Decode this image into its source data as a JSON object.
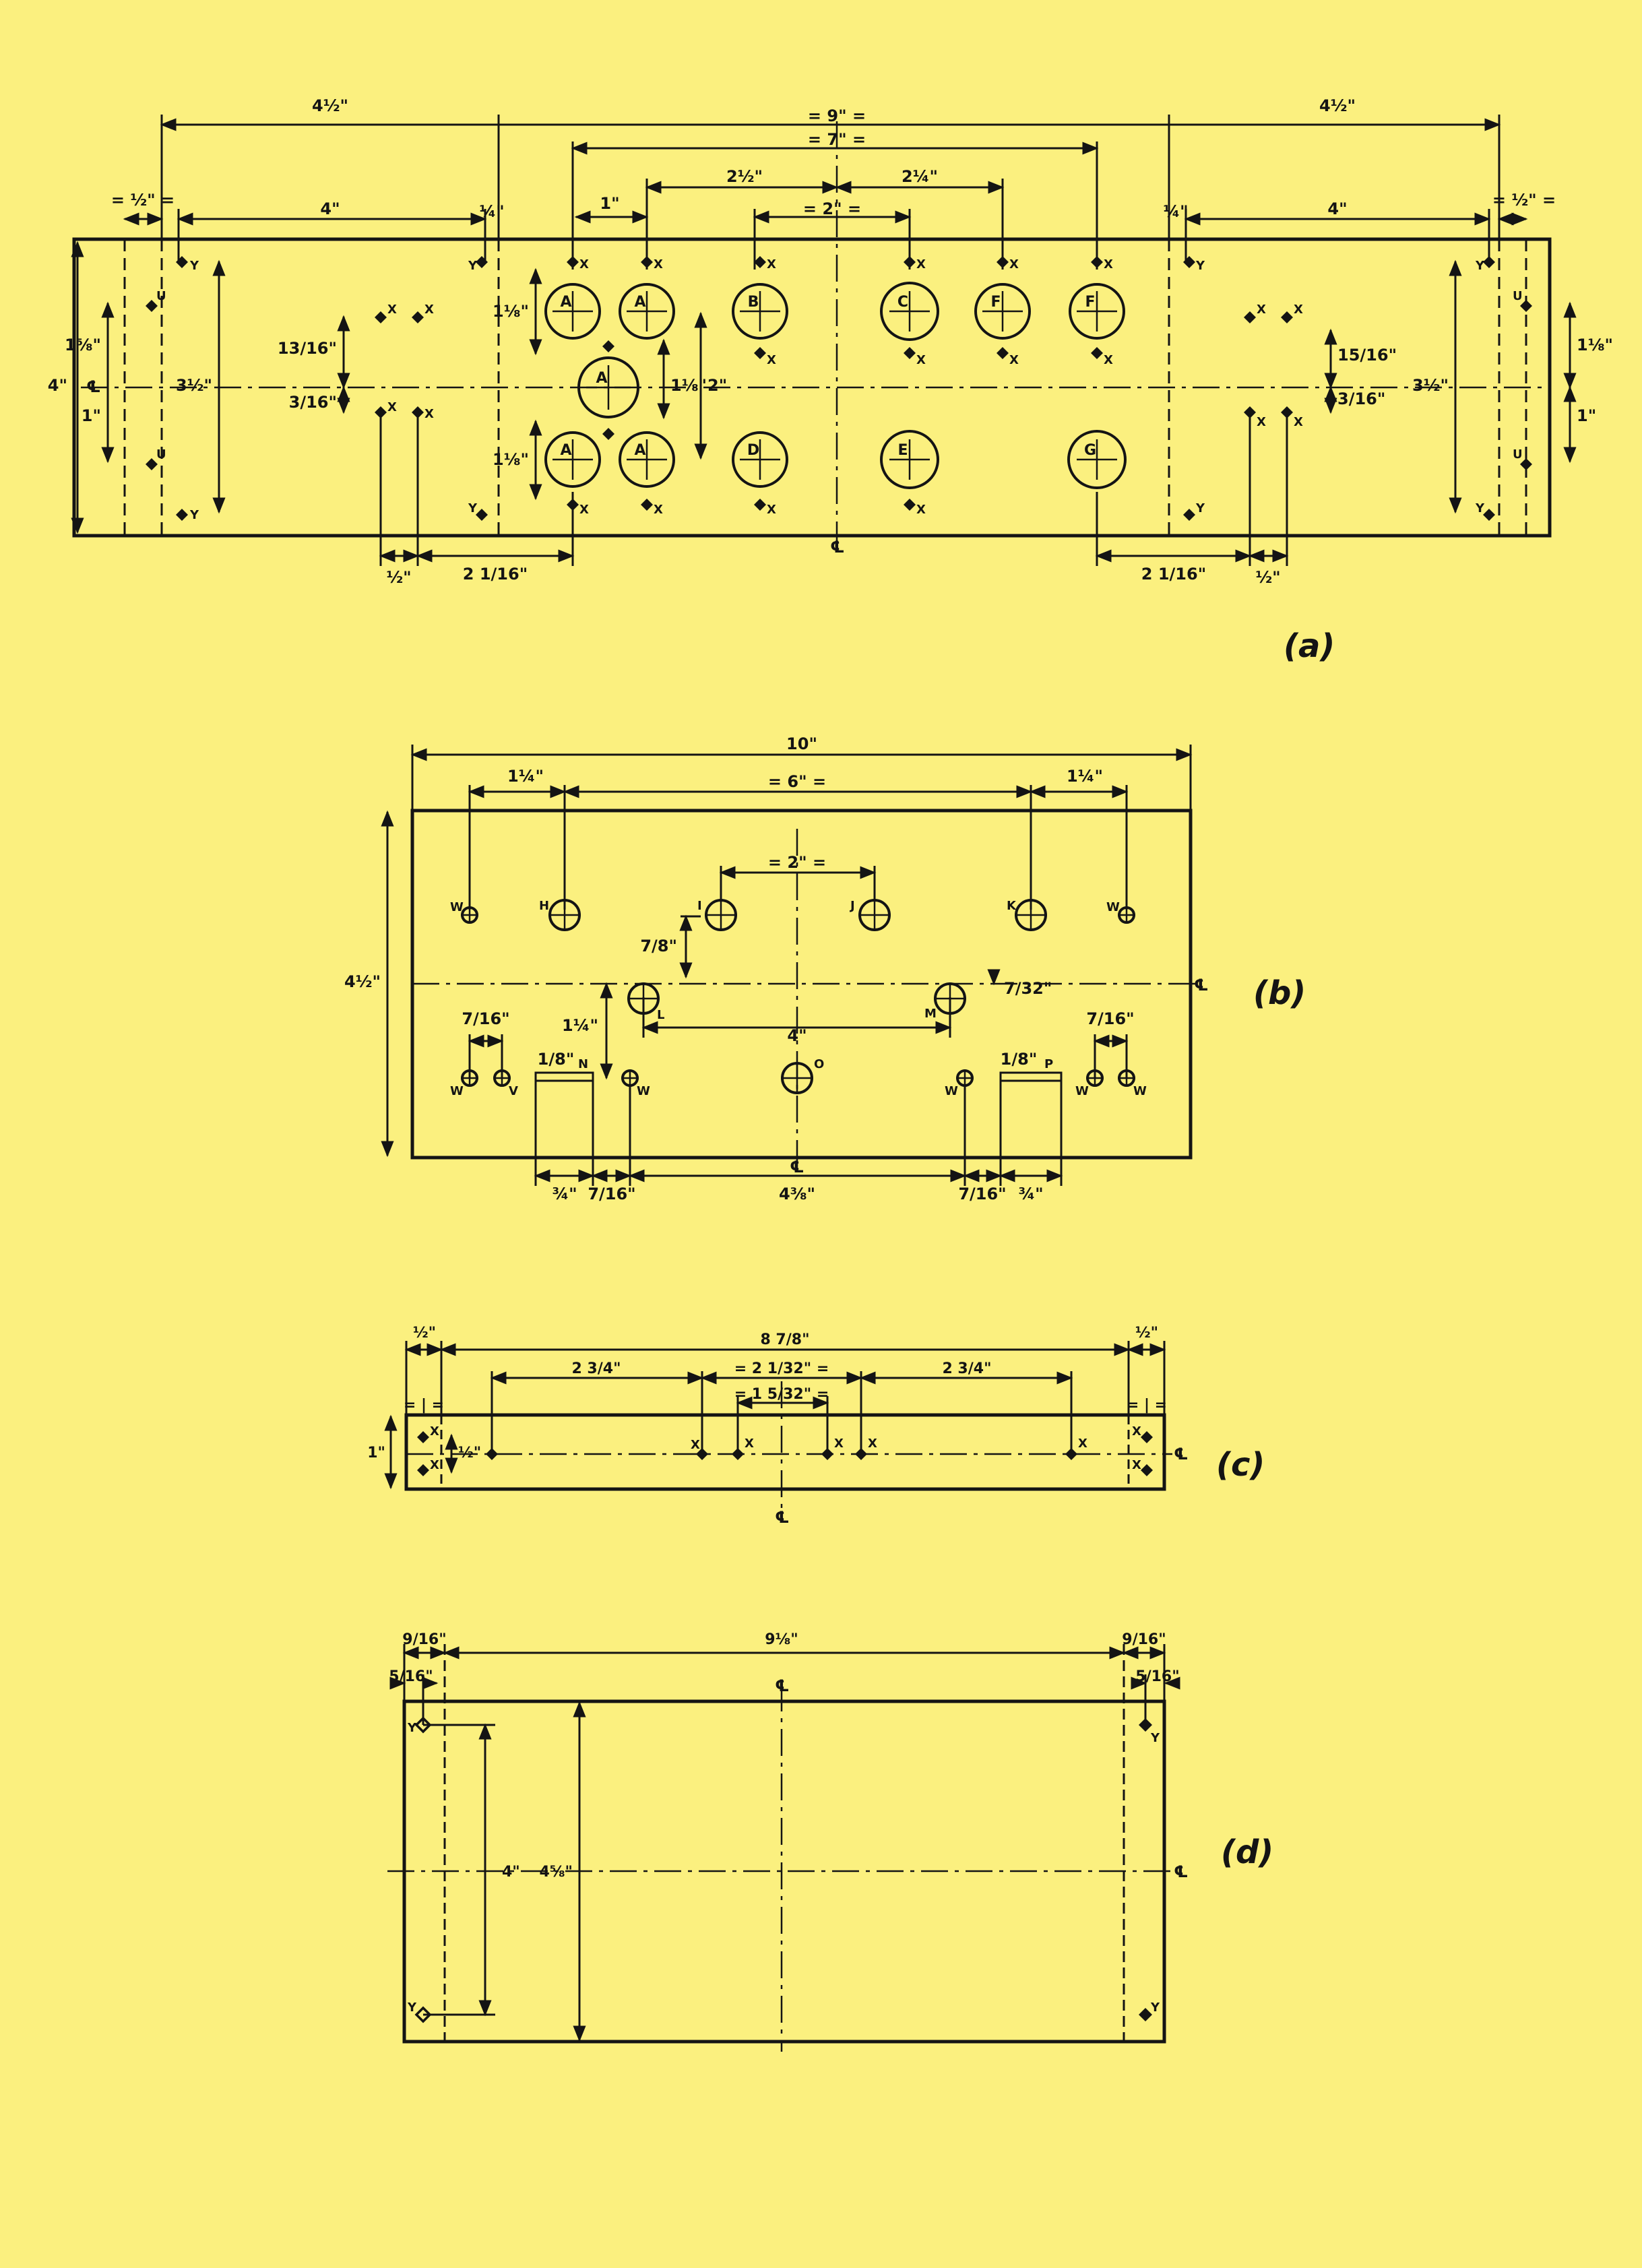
{
  "diagram_a": {
    "caption": "(a)",
    "dims": {
      "left_4_half": "4½\"",
      "right_4_half": "4½\"",
      "overall_9": "= 9\" =",
      "inner_7": "= 7\" =",
      "a_2_half": "2½\"",
      "a_2_quarter": "2¼\"",
      "a_1": "1\"",
      "a_2": "= 2\" =",
      "a_4_left": "4\"",
      "a_4_right": "4\"",
      "a_half_left": "= ½\" =",
      "a_half_right": "= ½\" =",
      "a_quarter_left": "¼\"",
      "a_quarter_right": "¼\"",
      "a_height_4": "4\"",
      "a_1_5_8": "1⅝\"",
      "a_3_half_left": "3½\"",
      "a_3_half_right": "3½\"",
      "a_13_16": "13/16\"",
      "a_3_16": "3/16\"",
      "a_1_1_8_top": "1⅛\"",
      "a_1_1_8_bottom": "1⅛\"",
      "a_1_1_8_mid": "1⅛\"",
      "a_2_vert": "2\"",
      "a_15_16": "15/16\"",
      "a_3_16_right": "3/16\"",
      "a_1_1_8_right": "1⅛\"",
      "a_1_right": "1\"",
      "a_2_1_16_left": "2 1/16\"",
      "a_2_1_16_right": "2 1/16\"",
      "a_half_bottom_left": "½\"",
      "a_half_bottom_right": "½\""
    },
    "labels": {
      "A": "A",
      "B": "B",
      "C": "C",
      "D": "D",
      "E": "E",
      "F": "F",
      "G": "G",
      "U": "U",
      "X": "X",
      "Y": "Y",
      "cl": "℄"
    }
  },
  "diagram_b": {
    "caption": "(b)",
    "dims": {
      "overall_10": "10\"",
      "b_6": "= 6\" =",
      "b_1_quarter_left": "1¼\"",
      "b_1_quarter_right": "1¼\"",
      "b_2": "= 2\" =",
      "b_7_8": "7/8\"",
      "b_7_32": "7/32\"",
      "b_4": "4\"",
      "b_1_quarter_mid": "1¼\"",
      "b_4_half": "4½\"",
      "b_7_16_left": "7/16\"",
      "b_7_16_right": "7/16\"",
      "b_1_8_left": "1/8\"",
      "b_1_8_right": "1/8\"",
      "b_3_4_left": "¾\"",
      "b_3_4_right": "¾\"",
      "b_7_16_bottom_left": "7/16\"",
      "b_7_16_bottom_right": "7/16\"",
      "b_4_3_8": "4⅜\""
    },
    "labels": {
      "H": "H",
      "I": "I",
      "J": "J",
      "K": "K",
      "L": "L",
      "M": "M",
      "N": "N",
      "O": "O",
      "P": "P",
      "V": "V",
      "W": "W",
      "cl": "℄"
    }
  },
  "diagram_c": {
    "caption": "(c)",
    "dims": {
      "c_half_left": "½\"",
      "c_half_right": "½\"",
      "c_8_7_8": "8 7/8\"",
      "c_2_3_4_left": "2 3/4\"",
      "c_2_3_4_right": "2 3/4\"",
      "c_2_1_32": "= 2 1/32\" =",
      "c_1_5_32": "= 1 5/32\" =",
      "c_eq_left": "= | =",
      "c_eq_right": "= | =",
      "c_1": "1\"",
      "c_half_vert": "½\""
    },
    "labels": {
      "X": "X",
      "cl": "℄"
    }
  },
  "diagram_d": {
    "caption": "(d)",
    "dims": {
      "d_9_16_left": "9/16\"",
      "d_9_16_right": "9/16\"",
      "d_9_1_8": "9⅛\"",
      "d_5_16_left": "5/16\"",
      "d_5_16_right": "5/16\"",
      "d_4": "4\"",
      "d_4_5_8": "4⅝\""
    },
    "labels": {
      "Y": "Y",
      "cl": "℄"
    }
  }
}
